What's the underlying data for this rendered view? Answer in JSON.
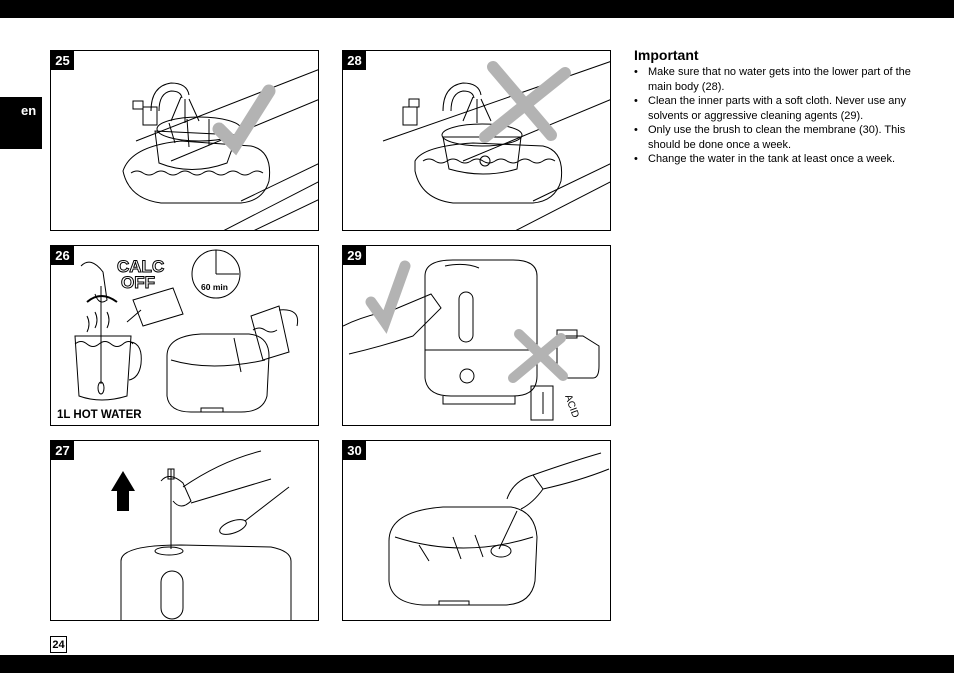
{
  "page": {
    "language_tab": "en",
    "page_number": "24"
  },
  "panels": [
    {
      "number": "25"
    },
    {
      "number": "28"
    },
    {
      "number": "26",
      "labels": {
        "calc": "CALC",
        "off": "OFF",
        "timer": "60 min",
        "water": "1L HOT WATER"
      }
    },
    {
      "number": "29",
      "labels": {
        "bottle": "ACID"
      }
    },
    {
      "number": "27"
    },
    {
      "number": "30"
    }
  ],
  "important": {
    "heading": "Important",
    "items": [
      "Make sure that no water gets into the lower part of the main body (28).",
      "Clean the inner parts with a soft cloth. Never use any solvents or aggressive cleaning agents (29).",
      "Only use the brush to clean the membrane (30). This should be done once a week.",
      "Change the water in the tank at least once a week."
    ]
  },
  "colors": {
    "check_mark": "#b3b3b3",
    "cross_mark": "#b3b3b3",
    "bars": "#000000"
  }
}
